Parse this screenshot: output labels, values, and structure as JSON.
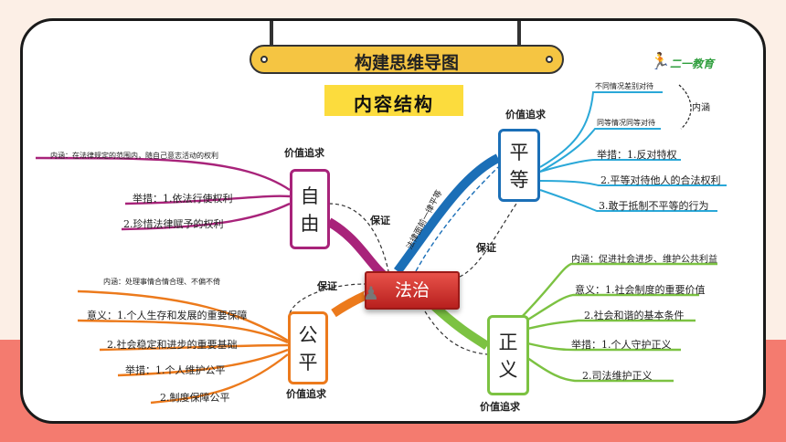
{
  "header": {
    "title": "构建思维导图",
    "brand": "二一教育"
  },
  "subtitle": "内容结构",
  "center": {
    "label": "法治"
  },
  "connectors": {
    "rule": "法律面前一律平等",
    "bao1": "保证",
    "bao2": "保证",
    "bao3": "保证"
  },
  "nodes": {
    "ziyou": {
      "label": "自由",
      "tag": "价值追求",
      "color": "#a8237a",
      "items": [
        "内涵：在法律规定的范围内，随自己意志活动的权利",
        "举措：1.依法行使权利",
        "2.珍惜法律赋予的权利"
      ]
    },
    "pingdeng": {
      "label": "平等",
      "tag": "价值追求",
      "color": "#1b6fb7",
      "inner_tag": "内涵",
      "items": [
        "不同情况差别对待",
        "同等情况同等对待",
        "举措：1.反对特权",
        "2.平等对待他人的合法权利",
        "3.敢于抵制不平等的行为"
      ]
    },
    "gongping": {
      "label": "公平",
      "tag": "价值追求",
      "color": "#ec7a1c",
      "items": [
        "内涵：处理事情合情合理、不偏不倚",
        "意义：1.个人生存和发展的重要保障",
        "2.社会稳定和进步的重要基础",
        "举措：1.个人维护公平",
        "2.制度保障公平"
      ]
    },
    "zhengyi": {
      "label": "正义",
      "tag": "价值追求",
      "color": "#7cc242",
      "items": [
        "内涵：促进社会进步、维护公共利益",
        "意义：1.社会制度的重要价值",
        "2.社会和谐的基本条件",
        "举措：1.个人守护正义",
        "2.司法维护正义"
      ]
    }
  }
}
